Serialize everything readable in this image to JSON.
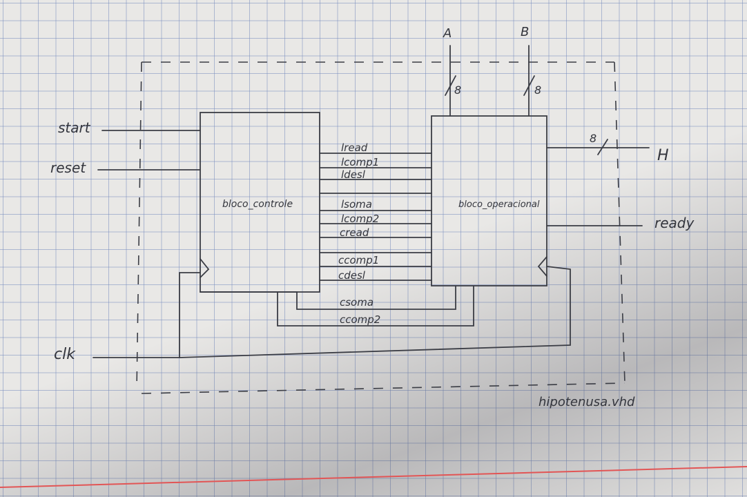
{
  "diagram": {
    "inputs": {
      "start": "start",
      "reset": "reset",
      "clk": "clk",
      "a": "A",
      "b": "B",
      "bus_a_width": "8",
      "bus_b_width": "8"
    },
    "outputs": {
      "h": "H",
      "h_width": "8",
      "ready": "ready"
    },
    "blocks": {
      "control": "bloco_controle",
      "datapath": "bloco_operacional"
    },
    "signals": [
      "lread",
      "lcomp1",
      "ldesl",
      "lsoma",
      "lcomp2",
      "cread",
      "ccomp1",
      "cdesl",
      "csoma",
      "ccomp2"
    ],
    "entity_name": "hipotenusa.vhd"
  }
}
